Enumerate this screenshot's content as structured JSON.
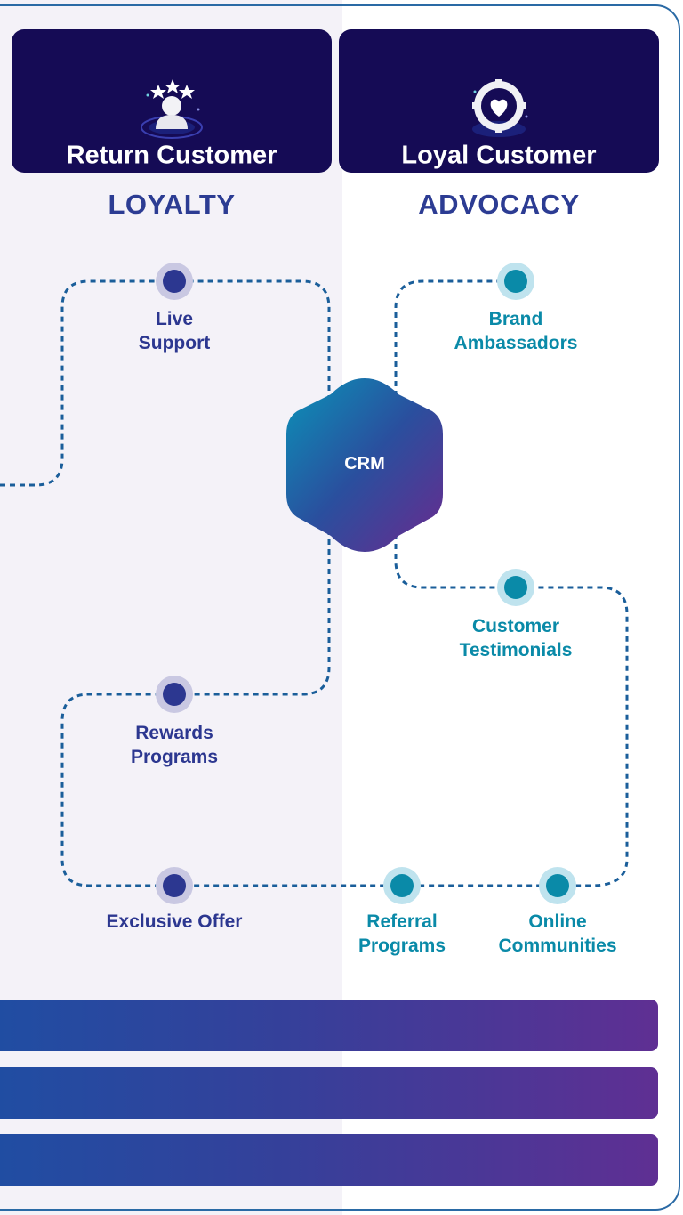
{
  "stages": [
    {
      "title": "Return Customer",
      "section": "LOYALTY",
      "icon": "customer-stars-icon"
    },
    {
      "title": "Loyal Customer",
      "section": "ADVOCACY",
      "icon": "heart-target-icon"
    }
  ],
  "center": {
    "label": "CRM"
  },
  "nodes": {
    "live_support": [
      "Live",
      "Support"
    ],
    "rewards_programs": [
      "Rewards",
      "Programs"
    ],
    "exclusive_offer": [
      "Exclusive Offer"
    ],
    "brand_ambassadors": [
      "Brand",
      "Ambassadors"
    ],
    "customer_testimonials": [
      "Customer",
      "Testimonials"
    ],
    "referral_programs": [
      "Referral",
      "Programs"
    ],
    "online_communities": [
      "Online",
      "Communities"
    ]
  },
  "colors": {
    "loyalty_node": "#2c3790",
    "advocacy_node": "#0a8aa8",
    "path": "#1a5e9a",
    "card": "#150b55"
  }
}
